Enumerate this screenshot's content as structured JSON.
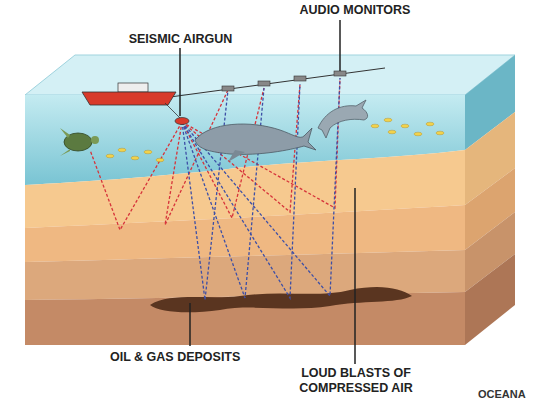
{
  "diagram": {
    "labels": [
      "AUDIO MONITORS",
      "SEISMIC AIRGUN",
      "OIL & GAS DEPOSITS",
      "LOUD BLASTS OF COMPRESSED AIR",
      "OCEANA"
    ]
  }
}
